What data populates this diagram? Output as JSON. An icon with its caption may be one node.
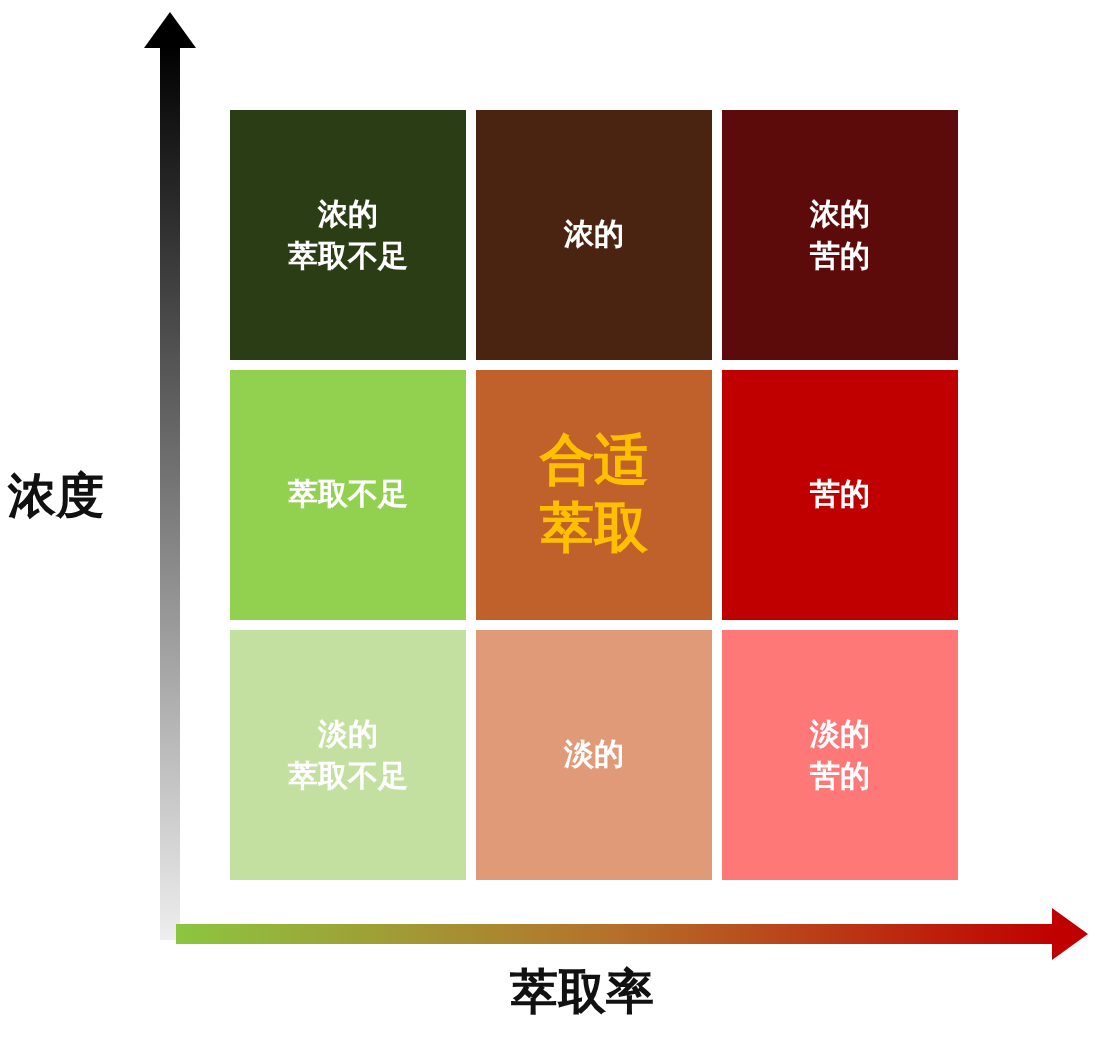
{
  "diagram": {
    "nodes": [
      {
        "text": [
          "浓的萃取不足"
        ]
      },
      {
        "text": [
          "浓的"
        ]
      },
      {
        "text": [
          "浓的苦的"
        ]
      },
      {
        "text": [
          "萃取不足"
        ]
      },
      {
        "text": [
          "合适萃取"
        ]
      },
      {
        "text": [
          "苦的"
        ]
      },
      {
        "text": [
          "淡的萃取不足"
        ]
      },
      {
        "text": [
          "淡的"
        ]
      },
      {
        "text": [
          "淡的苦的"
        ]
      }
    ],
    "edges": [],
    "labels": [
      "浓度",
      "萃取率"
    ]
  }
}
